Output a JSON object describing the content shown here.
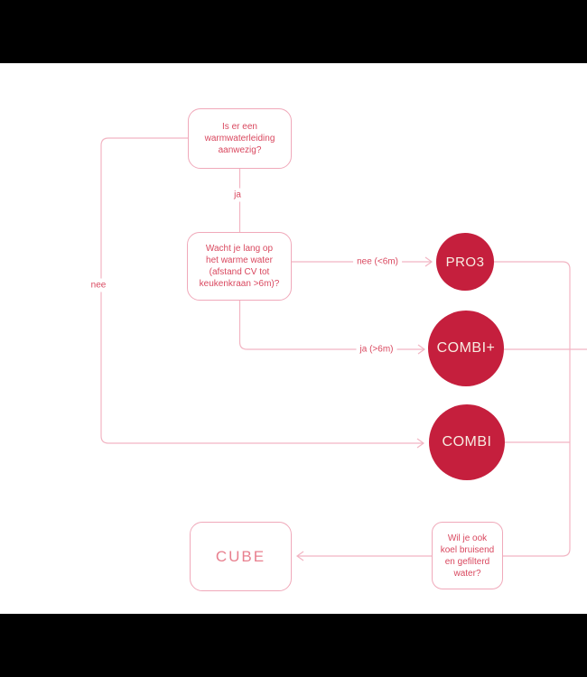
{
  "page": {
    "background_color": "#ffffff",
    "letterbox_bar_color": "#000000"
  },
  "colors": {
    "connector_line": "#f2b5c3",
    "box_border": "#f0a9ba",
    "question_text": "#d9485f",
    "circle_fill": "#c51f3d",
    "circle_text": "#f7ece2",
    "cube_text": "#e8808f"
  },
  "flowchart": {
    "questions": {
      "q1": "Is er een\nwarmwaterleiding\naanwezig?",
      "q2": "Wacht je lang op\nhet warme water\n(afstand CV tot\nkeukenkraan >6m)?",
      "q3": "Wil je ook\nkoel bruisend\nen gefilterd\nwater?"
    },
    "edge_labels": {
      "ja": "ja",
      "nee": "nee",
      "nee_6m": "nee (<6m)",
      "ja_6m": "ja (>6m)"
    },
    "results": {
      "pro3": "PRO3",
      "combi_plus": "COMBI+",
      "combi": "COMBI",
      "cube": "CUBE"
    }
  }
}
